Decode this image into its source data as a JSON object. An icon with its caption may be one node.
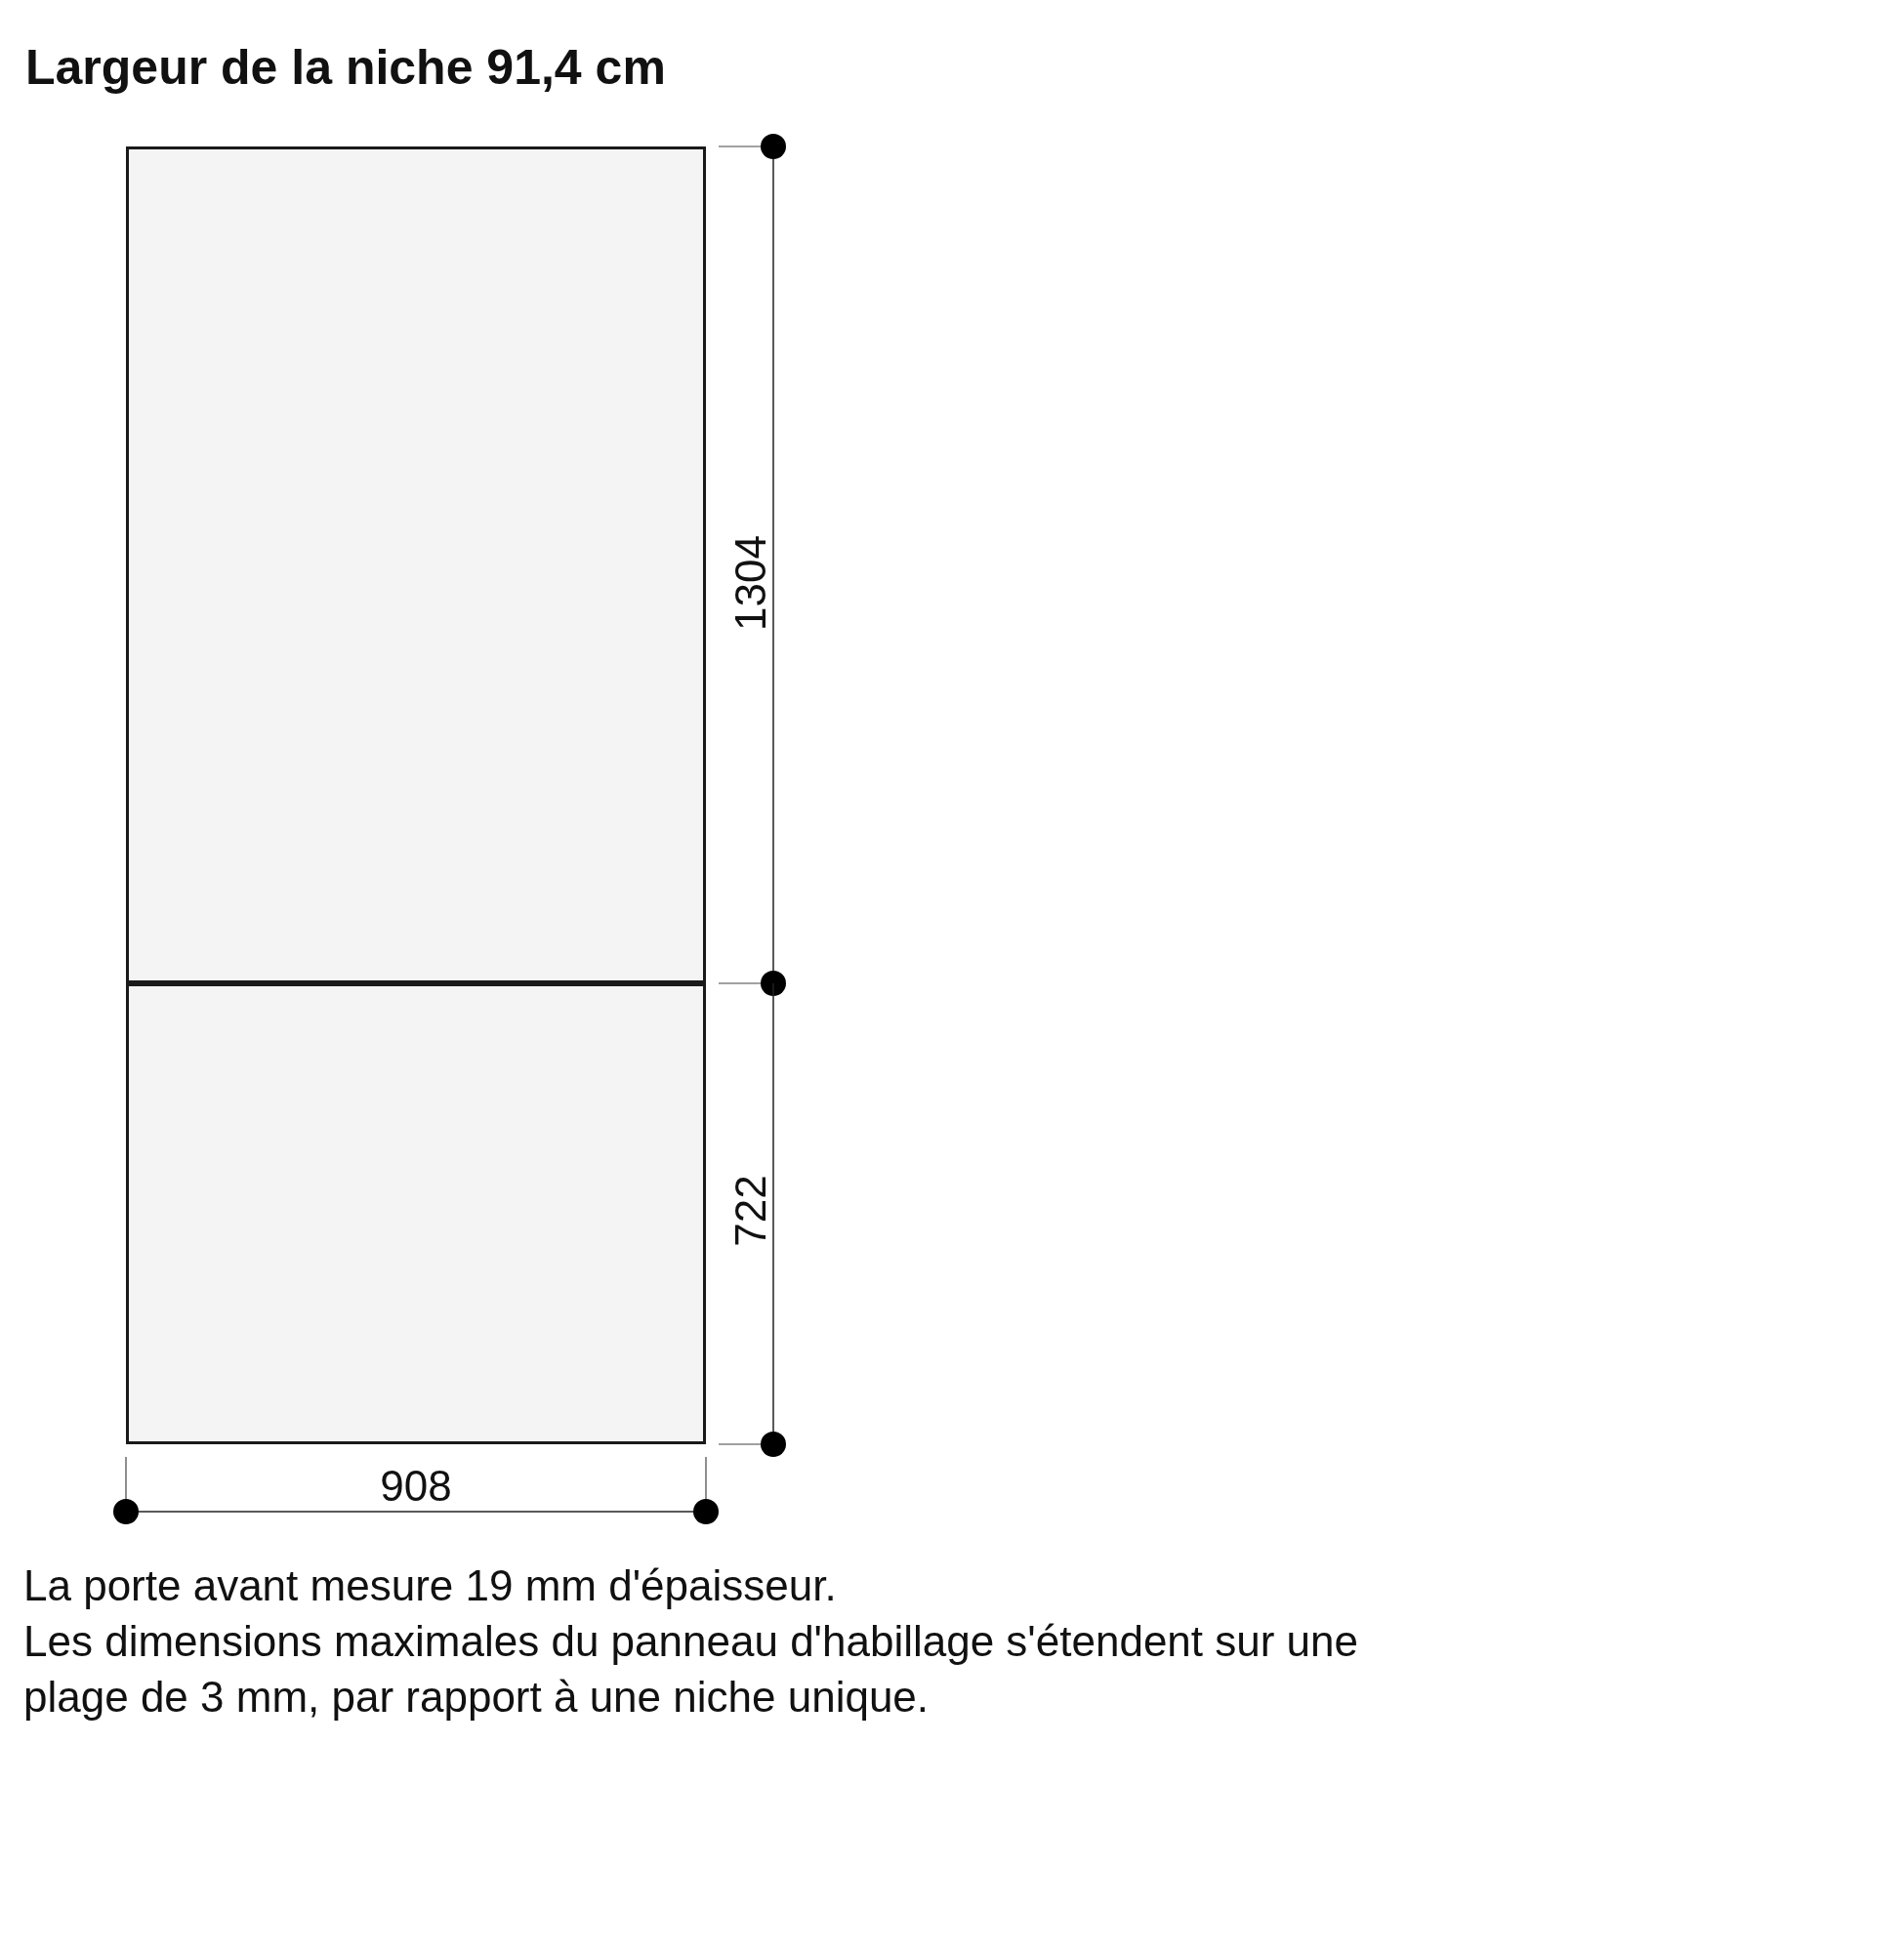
{
  "diagram": {
    "title": "Largeur de la niche 91,4 cm",
    "nodes": [
      {
        "text": [],
        "shape": "box"
      },
      {
        "text": [],
        "shape": "box"
      }
    ],
    "labels": [
      "1304",
      "722",
      "908",
      "La porte avant mesure 19 mm d'épaisseur.",
      "Les dimensions maximales du panneau d'habillage s'étendent sur une plage de 3 mm, par rapport à une niche unique."
    ]
  }
}
